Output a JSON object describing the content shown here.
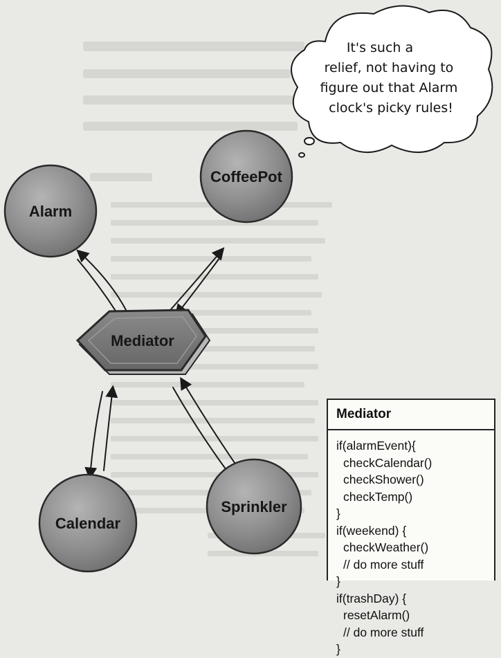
{
  "diagram": {
    "nodes": {
      "alarm": "Alarm",
      "coffeepot": "CoffeePot",
      "mediator": "Mediator",
      "calendar": "Calendar",
      "sprinkler": "Sprinkler"
    },
    "thought_bubble": {
      "lines": [
        "It's  such a",
        "relief, not having to",
        "figure out that Alarm",
        "clock's picky rules!"
      ]
    }
  },
  "code_box": {
    "title": "Mediator",
    "lines": [
      "if(alarmEvent){",
      "checkCalendar()",
      "checkShower()",
      "checkTemp()",
      "}",
      "if(weekend) {",
      "checkWeather()",
      "// do more stuff",
      "}",
      "if(trashDay) {",
      "resetAlarm()",
      "// do more stuff",
      "}"
    ]
  },
  "colors": {
    "page_background": "#e9e9e6",
    "node_fill": "#8e8e8e",
    "mediator_fill": "#7a7a7a",
    "outline": "#2a2a2a",
    "code_box_background": "#fbfbf8"
  }
}
